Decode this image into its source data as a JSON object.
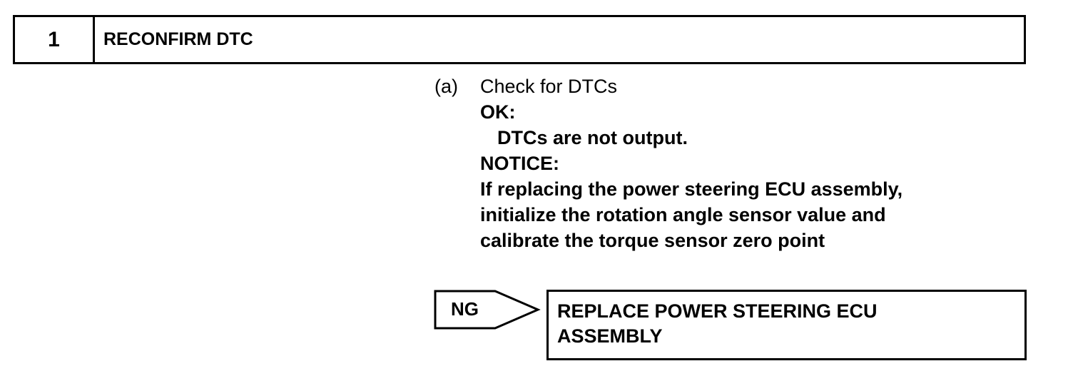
{
  "step": {
    "number": "1",
    "title": "RECONFIRM DTC"
  },
  "instruction": {
    "marker": "(a)",
    "text": "Check for DTCs",
    "ok_label": "OK:",
    "ok_text": "DTCs are not output.",
    "notice_label": "NOTICE:",
    "notice_lines": [
      "If replacing the power steering ECU assembly,",
      "initialize the rotation angle sensor value and",
      "calibrate the torque sensor zero point"
    ]
  },
  "result": {
    "ng_label": "NG",
    "action_lines": [
      "REPLACE POWER STEERING ECU",
      "ASSEMBLY"
    ]
  }
}
